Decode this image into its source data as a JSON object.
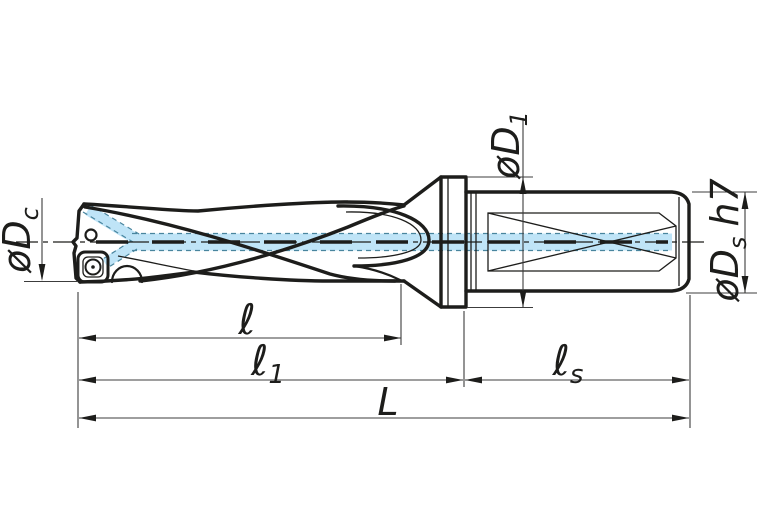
{
  "diagram": {
    "title": "indexable-insert-drill-dimension-drawing",
    "labels": {
      "cutting_diameter": {
        "main": "øD",
        "sub": "c"
      },
      "collar_diameter": {
        "main": "øD",
        "sub": "1"
      },
      "shank_diameter": {
        "main": "øD",
        "sub": "s",
        "suffix": "h7"
      },
      "flute_length": {
        "main": "ℓ"
      },
      "body_length": {
        "main": "ℓ",
        "sub": "1"
      },
      "shank_length": {
        "main": "ℓ",
        "sub": "s"
      },
      "overall_length": {
        "main": "L"
      }
    },
    "colors": {
      "line": "#1d1d1b",
      "coolant_fill": "#bfe4f7",
      "coolant_edge": "#49859e"
    }
  }
}
